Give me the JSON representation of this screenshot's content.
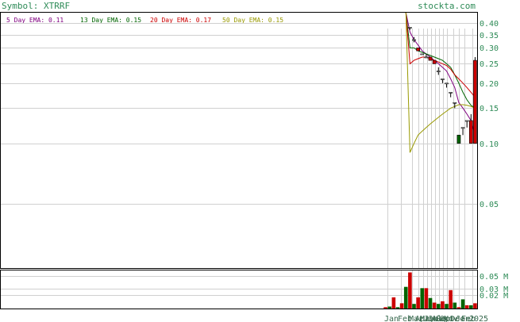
{
  "header": {
    "symbol_text": "Symbol: XTRRF",
    "site_name": "stockta.com"
  },
  "legend": [
    {
      "label": "5 Day EMA: 0.11",
      "color": "#800080"
    },
    {
      "label": "13 Day EMA: 0.15",
      "color": "#006400"
    },
    {
      "label": "20 Day EMA: 0.17",
      "color": "#cc0000"
    },
    {
      "label": "50 Day EMA: 0.15",
      "color": "#999900"
    }
  ],
  "colors": {
    "up": "#006400",
    "down": "#cc0000",
    "grid": "#d0d0d0",
    "axis_text": "#2e8b57",
    "header_text": "#2e8b57",
    "frame": "#000000"
  },
  "chart_data": [
    {
      "type": "candlestick",
      "title": "Symbol: XTRRF",
      "scale": "log",
      "y_ticks": [
        "0.40",
        "0.35",
        "0.30",
        "0.25",
        "0.20",
        "0.15",
        "0.10",
        "0.05"
      ],
      "y_tick_values": [
        0.4,
        0.35,
        0.3,
        0.25,
        0.2,
        0.15,
        0.1,
        0.05
      ],
      "ylim": [
        0.0238,
        0.45
      ],
      "x_labels": [
        "Jan",
        "Feb",
        "Mar",
        "Apr",
        "May",
        "Jun",
        "Jul",
        "Aug",
        "Sep",
        "Oct",
        "Nov",
        "Dec",
        "Jan",
        "Feb",
        "2025"
      ],
      "total_bars": 117,
      "first_bar_index": 100,
      "candles": [
        {
          "o": 0.38,
          "h": 0.38,
          "l": 0.37,
          "c": 0.38
        },
        {
          "o": 0.33,
          "h": 0.34,
          "l": 0.32,
          "c": 0.33
        },
        {
          "o": 0.3,
          "h": 0.3,
          "l": 0.29,
          "c": 0.29
        },
        {
          "o": 0.28,
          "h": 0.28,
          "l": 0.28,
          "c": 0.28
        },
        {
          "o": 0.27,
          "h": 0.28,
          "l": 0.27,
          "c": 0.27
        },
        {
          "o": 0.27,
          "h": 0.27,
          "l": 0.26,
          "c": 0.26
        },
        {
          "o": 0.26,
          "h": 0.26,
          "l": 0.25,
          "c": 0.25
        },
        {
          "o": 0.23,
          "h": 0.24,
          "l": 0.22,
          "c": 0.23
        },
        {
          "o": 0.21,
          "h": 0.21,
          "l": 0.2,
          "c": 0.21
        },
        {
          "o": 0.2,
          "h": 0.2,
          "l": 0.19,
          "c": 0.2
        },
        {
          "o": 0.18,
          "h": 0.18,
          "l": 0.17,
          "c": 0.18
        },
        {
          "o": 0.16,
          "h": 0.16,
          "l": 0.15,
          "c": 0.16
        },
        {
          "o": 0.1,
          "h": 0.11,
          "l": 0.1,
          "c": 0.11
        },
        {
          "o": 0.12,
          "h": 0.12,
          "l": 0.11,
          "c": 0.12
        },
        {
          "o": 0.13,
          "h": 0.13,
          "l": 0.12,
          "c": 0.13
        },
        {
          "o": 0.13,
          "h": 0.14,
          "l": 0.1,
          "c": 0.1
        },
        {
          "o": 0.26,
          "h": 0.27,
          "l": 0.1,
          "c": 0.1
        }
      ],
      "ema": {
        "ema5": [
          0.62,
          0.36,
          0.33,
          0.31,
          0.29,
          0.28,
          0.27,
          0.26,
          0.25,
          0.24,
          0.23,
          0.21,
          0.19,
          0.16,
          0.15,
          0.14,
          0.13,
          0.11
        ],
        "ema13": [
          0.62,
          0.3,
          0.3,
          0.29,
          0.285,
          0.28,
          0.275,
          0.27,
          0.265,
          0.26,
          0.25,
          0.24,
          0.22,
          0.2,
          0.18,
          0.165,
          0.155,
          0.15
        ],
        "ema20": [
          0.62,
          0.25,
          0.26,
          0.265,
          0.27,
          0.27,
          0.265,
          0.26,
          0.255,
          0.25,
          0.245,
          0.235,
          0.22,
          0.21,
          0.2,
          0.19,
          0.18,
          0.17
        ],
        "ema50": [
          0.62,
          0.09,
          0.1,
          0.11,
          0.115,
          0.12,
          0.125,
          0.13,
          0.135,
          0.14,
          0.145,
          0.15,
          0.153,
          0.156,
          0.156,
          0.155,
          0.153,
          0.15
        ]
      }
    },
    {
      "type": "bar",
      "title": "Volume",
      "y_ticks": [
        "0.05 M",
        "0.03 M",
        "0.02 M"
      ],
      "y_tick_values": [
        0.05,
        0.03,
        0.02
      ],
      "ylim": [
        0,
        0.058
      ],
      "volumes": [
        0.002,
        0.003,
        0.017,
        0.002,
        0.008,
        0.033,
        0.055,
        0.007,
        0.017,
        0.031,
        0.031,
        0.016,
        0.009,
        0.007,
        0.011,
        0.007,
        0.028,
        0.009,
        0.002,
        0.014,
        0.005,
        0.005,
        0.008
      ]
    }
  ]
}
